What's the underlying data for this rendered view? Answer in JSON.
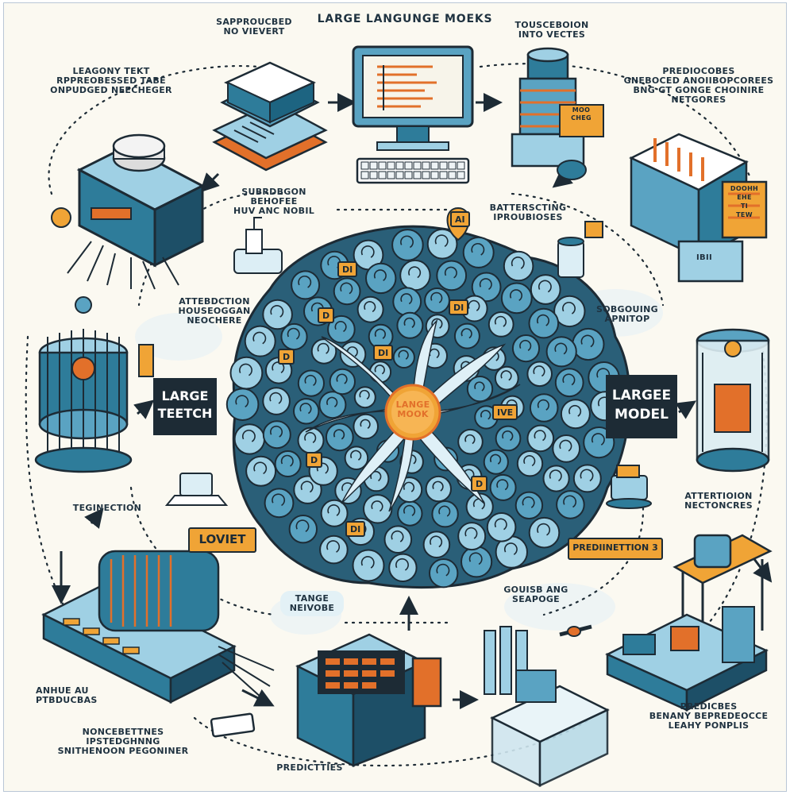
{
  "labels": {
    "top_title": "LARGE LANGUNGE MOEKS",
    "top_left_note": "SAPPROUCBED\nNO VIEVERT",
    "top_right_note": "TOUSCEBOION\nINTO VECTES",
    "left_upper": "LEAGONY TEKT\nRPPREOBESSED TABE\nONPUDGED NEECHEGER",
    "right_upper": "PREDIOCOBES\nGNEBOCED ANOIIBOPCOREES\nBNG GT GONGE CHOINIRE\nNETGORES",
    "mid_left_note": "SUBRDBGON BEHOFEE\nHUV ANC NOBIL",
    "mid_right_note": "BATTERSCTING\nIPROUBIOSES",
    "attention_left": "ATTEBDCTION\nHOUSEOGGAN\nNEOCHERE",
    "right_middle": "SOBGOUING\nAPNITOP",
    "left_sign": "LARGE\nTEETCH",
    "right_sign": "LARGEE\nMODEL",
    "center_core": "LANGE\nMOOK",
    "left_mid_label": "TEGINECTION",
    "lovet_sign": "LOVIET",
    "predict_sign": "PREDIINETTION 3",
    "attention_right": "ATTERTIOION\nNECTONCRES",
    "bottom_center_bubble": "TANGE\nNEIVOBE",
    "bottom_center_right": "GOUISB ANG\nSEAPOGE",
    "bottom_left_1": "ANHUE AU\nPTBDUCBAS",
    "bottom_left_2": "NONCEBETTNES\nIPSTEDGHNNG\nSNITHENOON PEGONINER",
    "bottom_center": "PREDICTTIES",
    "bottom_right": "PREDICBES\nBENANY BEPREDEOCCE\nLEAHY PONPLIS",
    "right_small_1": "DOOHH\nEHE\nTI\nTEW",
    "server_tag": "MOO\nCHEG",
    "bubble_tags": [
      "DI",
      "D",
      "DI",
      "D",
      "IVE",
      "D",
      "D",
      "DI",
      "DI",
      "AI"
    ],
    "right_box_tag": "IBII"
  },
  "colors": {
    "background": "#fbf9f1",
    "ink": "#1d2b35",
    "teal": "#2e7c9a",
    "light_blue": "#9fd0e4",
    "mid_blue": "#5aa3c2",
    "orange": "#f0a436",
    "deep_orange": "#e2702a",
    "cloud": "#e3f1f6"
  },
  "icons": [
    "server-icon",
    "computer-monitor-icon",
    "keyboard-icon",
    "stacked-chips-icon",
    "cylinder-machine-icon",
    "rack-machine-icon",
    "coil-device-icon",
    "glass-cylinder-icon",
    "loom-machine-icon",
    "terminal-icon",
    "glass-box-icon",
    "desk-machine-icon",
    "swirl-core-icon"
  ]
}
